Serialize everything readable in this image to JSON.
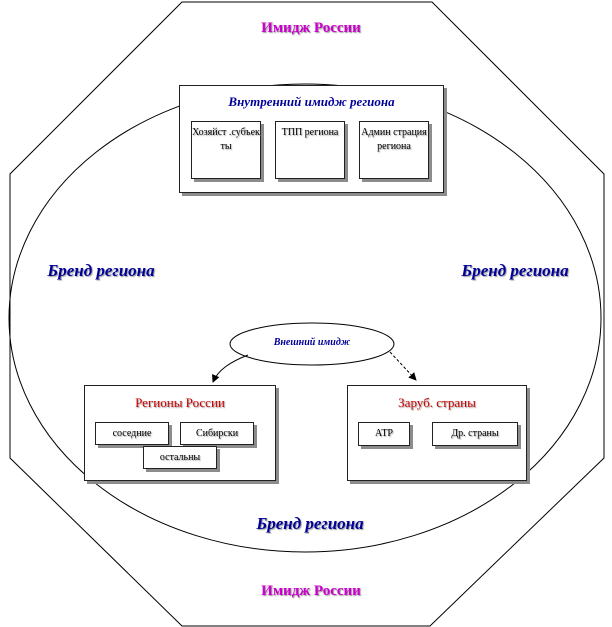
{
  "top_title": "Имидж России",
  "bottom_title": "Имидж России",
  "brand_left": "Бренд региона",
  "brand_right": "Бренд региона",
  "brand_bottom": "Бренд региона",
  "inner_image": {
    "title": "Внутренний имидж региона",
    "items": [
      "Хозяйст .субъек ты",
      "ТПП региона",
      "Админ страция региона"
    ]
  },
  "external_image": "Внешний имидж",
  "regions_russia": {
    "title": "Регионы России",
    "items": [
      "соседние",
      "Сибирски",
      "остальны"
    ]
  },
  "foreign": {
    "title": "Заруб. страны",
    "items": [
      "АТР",
      "Др. страны"
    ]
  }
}
